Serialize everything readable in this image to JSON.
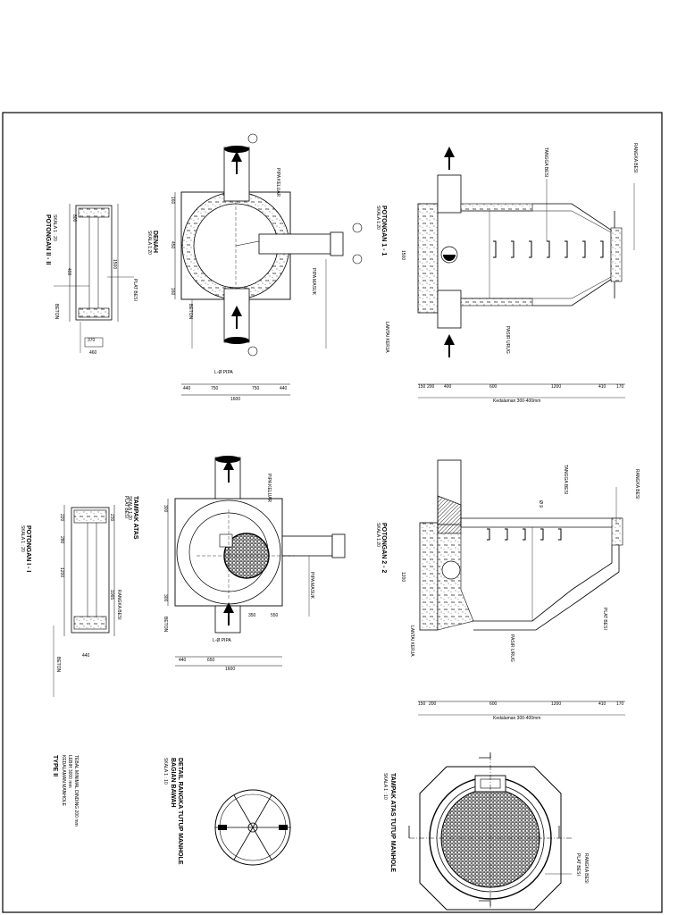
{
  "sheet": {
    "note": "Engineering drawing sheet — manhole details (Type II)"
  },
  "labels": {
    "section_II": "POTONGAN II - II",
    "section_II_scale": "SKALA 1 : 20",
    "section_I": "POTONGAN I - I",
    "section_I_scale": "SKALA 1 : 20",
    "denah": "DENAH",
    "denah_scale": "SKALA 1:20",
    "tampak_atas_frame": "TAMPAK ATAS",
    "tampak_atas_frame_scale": "SKALA 1:20",
    "pot_1_1": "POTONGAN 1 - 1",
    "pot_1_1_scale": "SKALA 1:20",
    "pot_2_2": "POTONGAN 2 - 2",
    "pot_2_2_scale": "SKALA 1:20",
    "detail_title": "DETAIL RANGKA TUTUP MANHOLE",
    "detail_sub": "BAGIAN BAWAH",
    "detail_scale": "SKALA 1 : 10",
    "tampak_atas_title": "TAMPAK ATAS TUTUP MANHOLE",
    "tampak_atas_scale": "SKALA 1 : 10",
    "type_title": "TYPE II",
    "type_line1": "KEDALAMAN MANHOLE",
    "type_line2": "LEBIH 3000 mm",
    "type_line3": "TEBAL MINIMAL DINDING 200 mm",
    "pipa": "L-Ø PIPA",
    "kedalaman": "Kedalaman 300-400mm"
  },
  "dims": {
    "denah_bottom": [
      "440",
      "750",
      "750",
      "440"
    ],
    "denah_total": "1600",
    "denah_side": [
      "160",
      "450",
      "160"
    ],
    "tampak_bottom": [
      "440",
      "650"
    ],
    "tampak_total": "1600",
    "tampak_side": [
      "300",
      "300"
    ],
    "tampak_pipe": [
      "350",
      "550"
    ],
    "pot11_bottom": [
      "150",
      "200",
      "400",
      "600",
      "1200",
      "410",
      "170"
    ],
    "pot22_bottom": [
      "150",
      "200",
      "600",
      "1200",
      "410",
      "170"
    ],
    "secII_dims": [
      "400",
      "1500",
      "800",
      "370",
      "460"
    ],
    "secI_dims": [
      "220",
      "280",
      "1200",
      "230",
      "1065",
      "440"
    ],
    "depth_1": "1500",
    "depth_2": "1200",
    "ladder_note": "Ø 9"
  },
  "callouts": {
    "beton": "BETON",
    "rangka": "RANGKA BESI",
    "plat": "PLAT BESI",
    "pipa_masuk": "PIPA MASUK",
    "pipa_keluar": "PIPA KELUAR",
    "tangga": "TANGGA BESI",
    "lantai_kerja": "LANTAI KERJA",
    "pasir": "PASIR URUG"
  }
}
